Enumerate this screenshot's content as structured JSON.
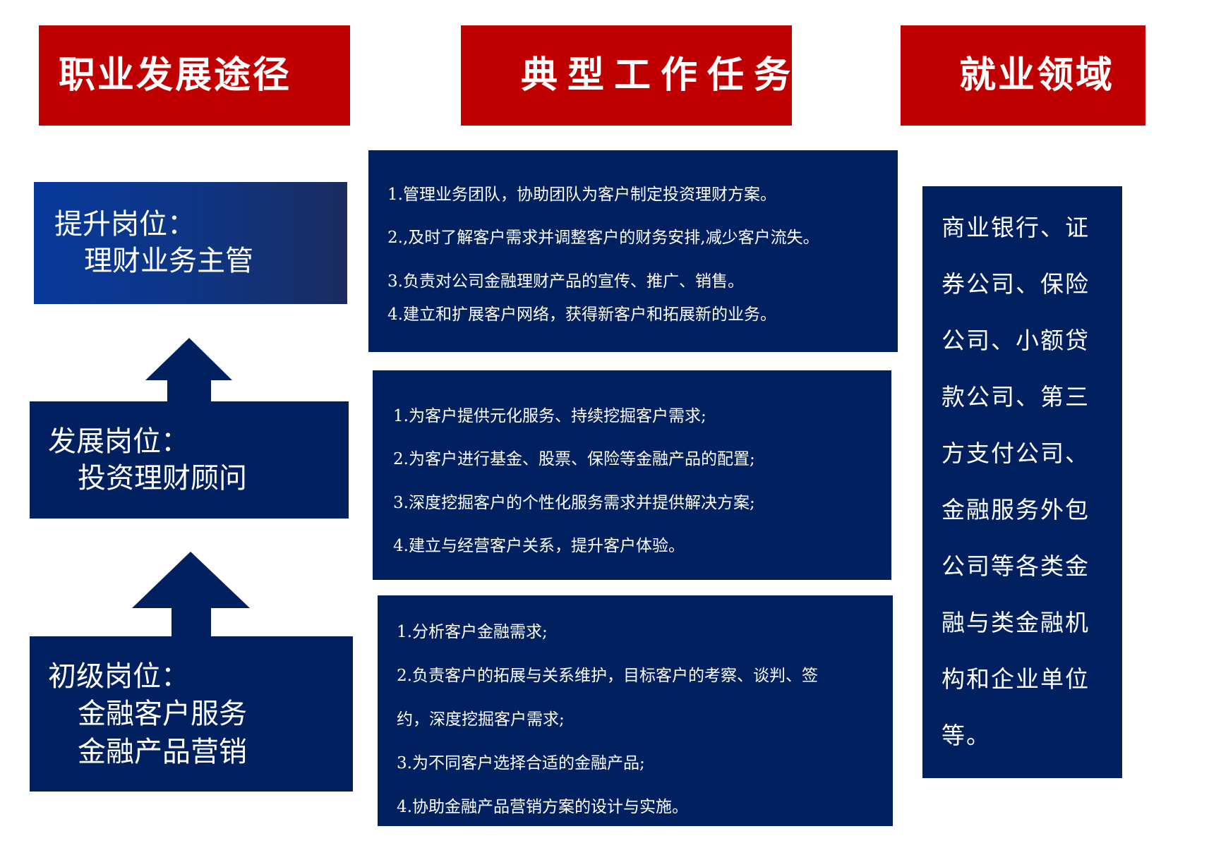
{
  "colors": {
    "header_red": "#c00000",
    "navy": "#002060",
    "text": "#ffffff"
  },
  "headers": {
    "career_path": "职业发展途径",
    "typical_tasks": "典型工作任务",
    "employment_fields": "就业领域"
  },
  "career": {
    "advanced": {
      "title": "提升岗位：",
      "roles": [
        "理财业务主管"
      ]
    },
    "development": {
      "title": "发展岗位：",
      "roles": [
        "投资理财顾问"
      ]
    },
    "entry": {
      "title": "初级岗位：",
      "roles": [
        "金融客户服务",
        "金融产品营销"
      ]
    }
  },
  "tasks": {
    "advanced": [
      "1.管理业务团队，协助团队为客户制定投资理财方案。",
      "2.,及时了解客户需求并调整客户的财务安排,减少客户流失。",
      "3.负责对公司金融理财产品的宣传、推广、销售。",
      "4.建立和扩展客户网络，获得新客户和拓展新的业务。"
    ],
    "development": [
      "1.为客户提供元化服务、持续挖掘客户需求;",
      "2.为客户进行基金、股票、保险等金融产品的配置;",
      "3.深度挖掘客户的个性化服务需求并提供解决方案;",
      "4.建立与经营客户关系，提升客户体验。"
    ],
    "entry": [
      "1.分析客户金融需求;",
      "2.负责客户的拓展与关系维护，目标客户的考察、谈判、签",
      "约，深度挖掘客户需求;",
      "3.为不同客户选择合适的金融产品;",
      "4.协助金融产品营销方案的设计与实施。"
    ]
  },
  "employment": {
    "lines": [
      "商业银行、证",
      "券公司、保险",
      "公司、小额贷",
      "款公司、第三",
      "方支付公司、",
      "金融服务外包",
      "公司等各类金",
      "融与类金融机",
      "构和企业单位",
      "等。"
    ]
  }
}
